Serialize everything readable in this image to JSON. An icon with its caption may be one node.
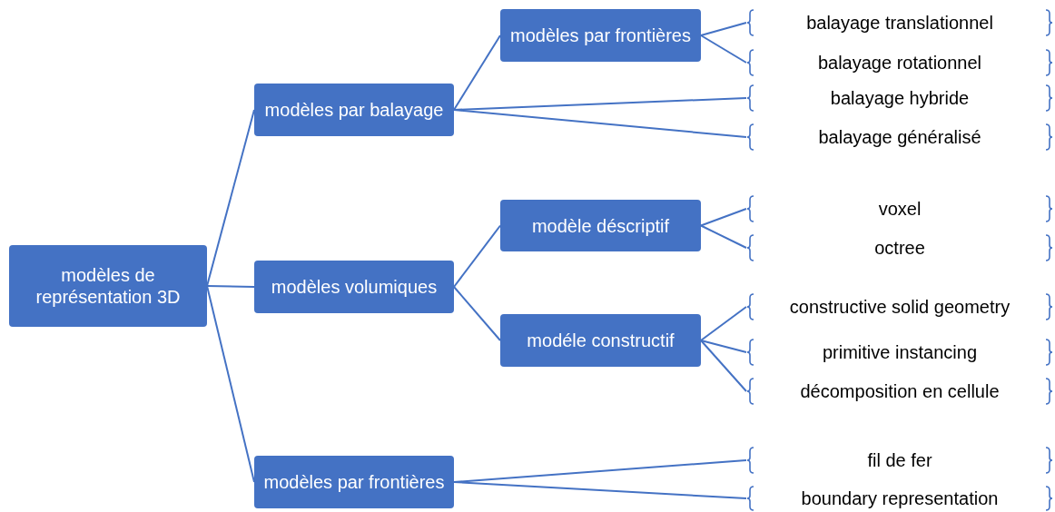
{
  "diagram": {
    "nodes": [
      {
        "text": [
          "modèles de représentation 3D"
        ]
      },
      {
        "text": [
          "modèles par balayage"
        ]
      },
      {
        "text": [
          "modèles par frontières"
        ]
      },
      {
        "text": [
          "balayage translationnel"
        ]
      },
      {
        "text": [
          "balayage rotationnel"
        ]
      },
      {
        "text": [
          "balayage hybride"
        ]
      },
      {
        "text": [
          "balayage généralisé"
        ]
      },
      {
        "text": [
          "modèles volumiques"
        ]
      },
      {
        "text": [
          "modèle déscriptif"
        ]
      },
      {
        "text": [
          "voxel"
        ]
      },
      {
        "text": [
          "octree"
        ]
      },
      {
        "text": [
          "modéle constructif"
        ]
      },
      {
        "text": [
          "constructive solid geometry"
        ]
      },
      {
        "text": [
          "primitive instancing"
        ]
      },
      {
        "text": [
          "décomposition en cellule"
        ]
      },
      {
        "text": [
          "modèles par frontières"
        ]
      },
      {
        "text": [
          "fil de fer"
        ]
      },
      {
        "text": [
          "boundary representation"
        ]
      }
    ],
    "edges": [
      {
        "from": 0,
        "to": 1,
        "arrow": "none"
      },
      {
        "from": 0,
        "to": 7,
        "arrow": "none"
      },
      {
        "from": 0,
        "to": 15,
        "arrow": "none"
      },
      {
        "from": 1,
        "to": 2,
        "arrow": "none"
      },
      {
        "from": 2,
        "to": 3,
        "arrow": "none"
      },
      {
        "from": 2,
        "to": 4,
        "arrow": "none"
      },
      {
        "from": 1,
        "to": 5,
        "arrow": "none"
      },
      {
        "from": 1,
        "to": 6,
        "arrow": "none"
      },
      {
        "from": 7,
        "to": 8,
        "arrow": "none"
      },
      {
        "from": 8,
        "to": 9,
        "arrow": "none"
      },
      {
        "from": 8,
        "to": 10,
        "arrow": "none"
      },
      {
        "from": 7,
        "to": 11,
        "arrow": "none"
      },
      {
        "from": 11,
        "to": 12,
        "arrow": "none"
      },
      {
        "from": 11,
        "to": 13,
        "arrow": "none"
      },
      {
        "from": 11,
        "to": 14,
        "arrow": "none"
      },
      {
        "from": 15,
        "to": 16,
        "arrow": "none"
      },
      {
        "from": 15,
        "to": 17,
        "arrow": "none"
      }
    ]
  }
}
